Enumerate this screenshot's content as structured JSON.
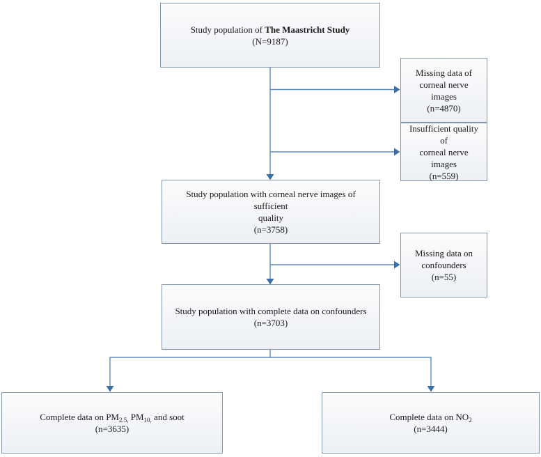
{
  "diagram": {
    "type": "flowchart",
    "colors": {
      "connector_line": "#5e8bbd",
      "arrowhead": "#3d6ea6",
      "box_border": "#8496ab",
      "box_fill": "#f3f5f8",
      "text": "#1c1c1c",
      "background": "#ffffff"
    },
    "boxes": {
      "study_population": {
        "line1_normal": "Study population of ",
        "line1_bold": "The Maastricht Study",
        "line2": "(N=9187)"
      },
      "missing_corneal": {
        "line1": "Missing data of",
        "line2": "corneal nerve images",
        "line3": "(n=4870)"
      },
      "insufficient_quality": {
        "line1": "Insufficient quality of",
        "line2": "corneal nerve images",
        "line3": "(n=559)"
      },
      "sufficient_quality": {
        "line1": "Study population with corneal nerve images of sufficient",
        "line2": "quality",
        "line3": "(n=3758)"
      },
      "missing_confounders": {
        "line1": "Missing data on",
        "line2": "confounders",
        "line3": "(n=55)"
      },
      "complete_confounders": {
        "line1": "Study population with complete data on confounders",
        "line2": "(n=3703)"
      },
      "complete_pm": {
        "prefix": "Complete data on PM",
        "sub1": "2.5,",
        "mid": " PM",
        "sub2": "10,",
        "suffix": " and soot",
        "line2": "(n=3635)"
      },
      "complete_no2": {
        "prefix": "Complete data on NO",
        "sub1": "2",
        "line2": "(n=3444)"
      }
    }
  }
}
